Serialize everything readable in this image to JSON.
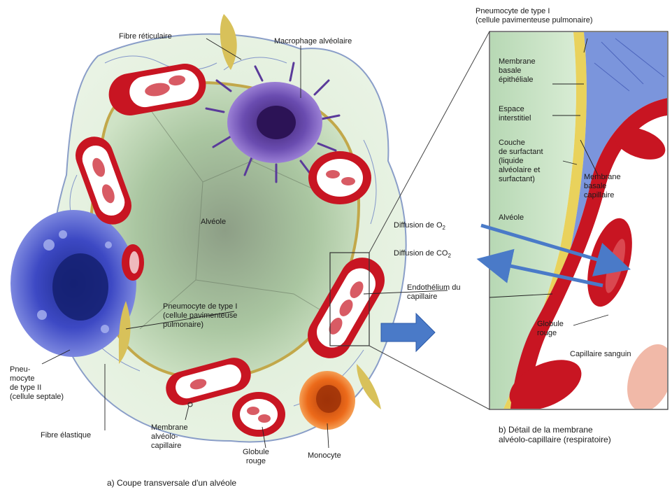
{
  "labels": {
    "fibre_reticulaire": "Fibre réticulaire",
    "macrophage": "Macrophage alvéolaire",
    "alveole_left": "Alvéole",
    "pneumocyte_i_left": "Pneumocyte de type I\n(cellule pavimenteuse\npulmonaire)",
    "pneumocyte_ii": "Pneu-\nmocyte\nde type II\n(cellule septale)",
    "fibre_elastique": "Fibre élastique",
    "membrane_alveolo": "Membrane\nalvéolo-\ncapillaire",
    "globule_left": "Globule\nrouge",
    "monocyte": "Monocyte",
    "caption_a": "a) Coupe transversale d'un alvéole",
    "pneumocyte_i_right": "Pneumocyte de type I\n(cellule pavimenteuse pulmonaire)",
    "membrane_basale_epi": "Membrane\nbasale\népithéliale",
    "espace_interstitiel": "Espace\ninterstitiel",
    "couche_surfactant": "Couche\nde surfactant\n(liquide\nalvéolaire et\nsurfactant)",
    "membrane_basale_cap": "Membrane\nbasale\ncapillaire",
    "alveole_right": "Alvéole",
    "diffusion_o2_prefix": "Diffusion de O",
    "diffusion_o2_sub": "2",
    "diffusion_co2_prefix": "Diffusion de CO",
    "diffusion_co2_sub": "2",
    "endothelium": "Endothélium du\ncapillaire",
    "globule_right": "Globule\nrouge",
    "capillaire_sanguin": "Capillaire sanguin",
    "caption_b": "b) Détail de la membrane\nalvéolo-capillaire (respiratoire)"
  },
  "colors": {
    "alveolus": "#b9d4b0",
    "blood": "#c81522",
    "type_ii_cell": "#3a3fb0",
    "macrophage": "#5a3a9a",
    "monocyte": "#e8681c",
    "arrow": "#4a7ac8"
  }
}
